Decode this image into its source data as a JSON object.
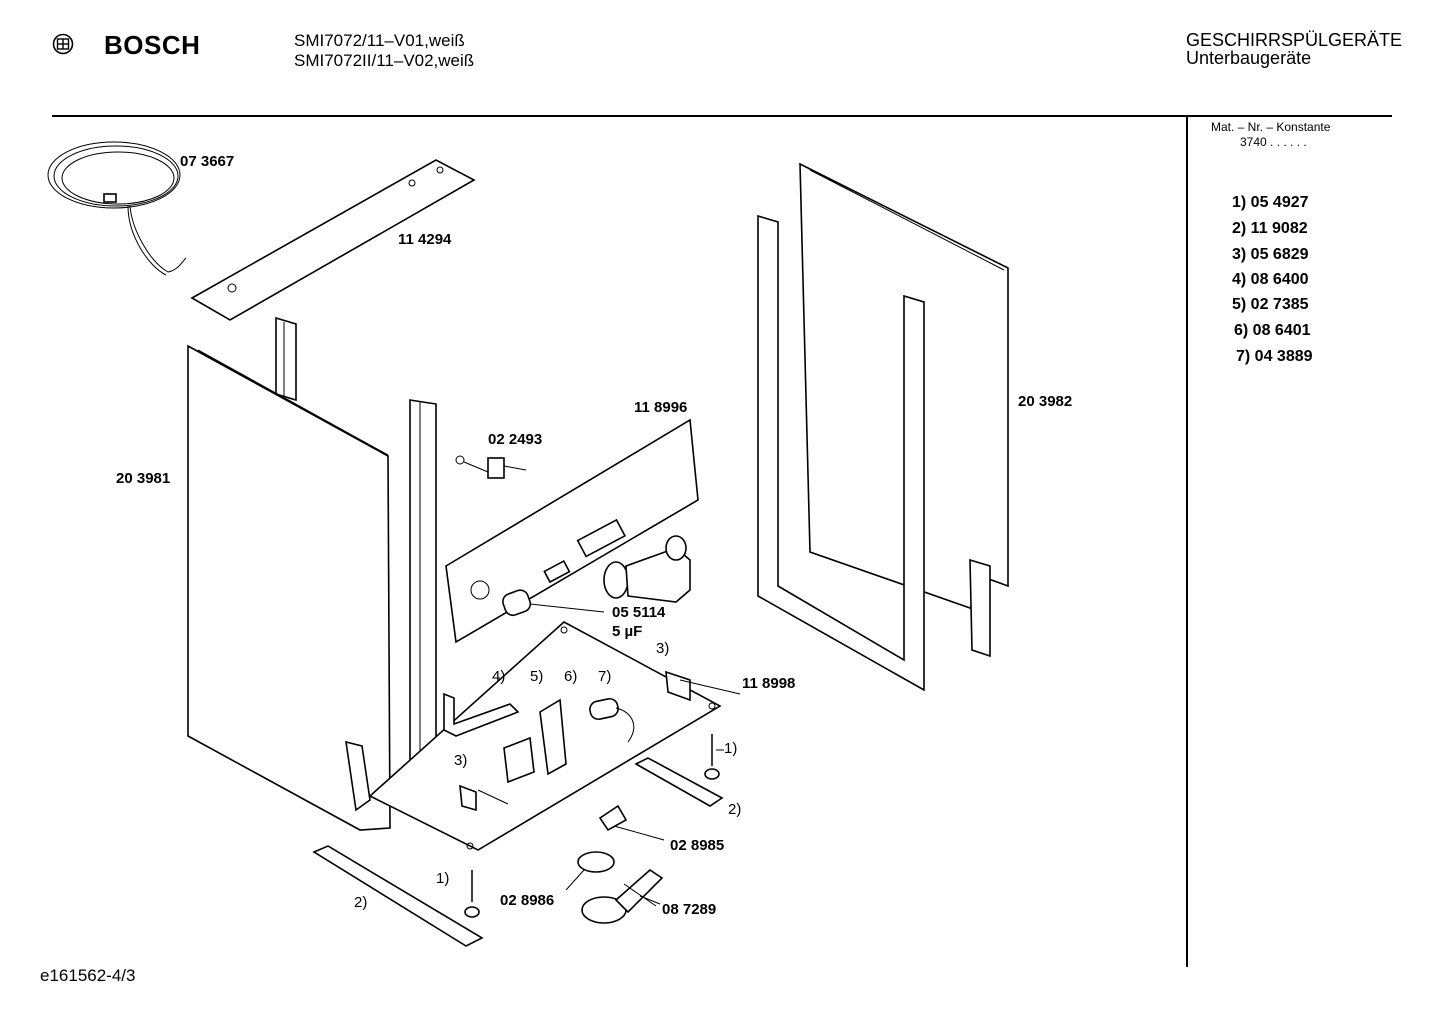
{
  "header": {
    "brand": "BOSCH",
    "model_line_1": "SMI7072/11–V01,weiß",
    "model_line_2": "SMI7072II/11–V02,weiß",
    "category": "GESCHIRRSPÜLGERÄTE",
    "subcategory": "Unterbaugeräte"
  },
  "sidebar": {
    "mat_title": "Mat. – Nr. – Konstante",
    "mat_value": "3740  .  .  .  .  .  .",
    "keys": [
      "1)  05 4927",
      "2)  11 9082",
      "3)  05 6829",
      "4)  08 6400",
      "5)  02 7385",
      "6)  08 6401",
      "7)  04 3889"
    ]
  },
  "labels": {
    "cable": "07 3667",
    "top_strip": "11 4294",
    "left_panel": "20 3981",
    "right_panel": "20 3982",
    "control_panel": "11 8996",
    "screw": "02 2493",
    "capacitor": "05 5114",
    "capacitor_value": "5 µF",
    "base_plate": "11 8998",
    "sensor": "02 8985",
    "float": "02 8986",
    "lever": "08 7289",
    "ref_4": "4)",
    "ref_5": "5)",
    "ref_6": "6)",
    "ref_7": "7)",
    "ref_3a": "3)",
    "ref_3b": "3)",
    "ref_1a": "1)",
    "ref_1b": "1)",
    "ref_2a": "2)",
    "ref_2b": "2)"
  },
  "footer": {
    "drawing_id": "e161562-4/3"
  }
}
